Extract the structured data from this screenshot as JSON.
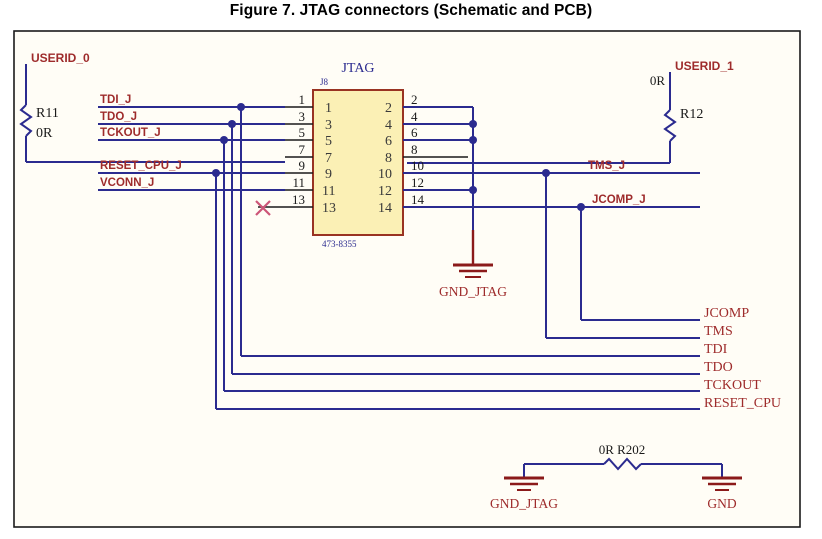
{
  "figure": {
    "title": "Figure 7. JTAG connectors (Schematic and PCB)"
  },
  "colors": {
    "wire": "#2b2b8f",
    "net_label_text": "#9e2b2b",
    "pin_label_text": "#1a1a1a",
    "component_outline": "#993322",
    "component_fill": "#fbf0b5",
    "designator_text": "#2b2b8f",
    "title_text": "#000000",
    "frame": "#1a1a1a",
    "nc_cross": "#cc5577",
    "ground_symbol": "#8b1a1a"
  },
  "connector": {
    "name": "JTAG",
    "designator": "J8",
    "part_number": "473-8355",
    "left_pins": [
      "1",
      "3",
      "5",
      "7",
      "9",
      "11",
      "13"
    ],
    "right_pins": [
      "2",
      "4",
      "6",
      "8",
      "10",
      "12",
      "14"
    ],
    "left_pin_outer_numbers": [
      "1",
      "3",
      "5",
      "7",
      "9",
      "11",
      "13"
    ],
    "right_pin_outer_numbers": [
      "2",
      "4",
      "6",
      "8",
      "10",
      "12",
      "14"
    ]
  },
  "left_nets": [
    {
      "label": "TDI_J",
      "pin": "1"
    },
    {
      "label": "TDO_J",
      "pin": "3"
    },
    {
      "label": "TCKOUT_J",
      "pin": "5"
    },
    {
      "label": "RESET_CPU_J",
      "pin": "9"
    },
    {
      "label": "VCONN_J",
      "pin": "11"
    }
  ],
  "right_nets": [
    {
      "label": "TMS_J",
      "pin": "10"
    },
    {
      "label": "JCOMP_J",
      "pin": "14"
    }
  ],
  "resistors": [
    {
      "designator": "R11",
      "value": "0R",
      "net": "USERID_0",
      "orientation": "vertical"
    },
    {
      "designator": "R12",
      "value": "0R",
      "net": "USERID_1",
      "orientation": "vertical"
    },
    {
      "designator": "R202",
      "value": "0R",
      "label": "0R R202",
      "orientation": "horizontal"
    }
  ],
  "power_nets": [
    {
      "label": "USERID_0"
    },
    {
      "label": "USERID_1"
    }
  ],
  "ground_symbols": [
    {
      "label": "GND_JTAG",
      "location": "connector-shield"
    },
    {
      "label": "GND_JTAG",
      "location": "bottom-left"
    },
    {
      "label": "GND",
      "location": "bottom-right"
    }
  ],
  "output_net_labels": [
    {
      "label": "JCOMP"
    },
    {
      "label": "TMS"
    },
    {
      "label": "TDI"
    },
    {
      "label": "TDO"
    },
    {
      "label": "TCKOUT"
    },
    {
      "label": "RESET_CPU"
    }
  ],
  "markers": [
    {
      "type": "no-connect",
      "pin": "13"
    }
  ]
}
